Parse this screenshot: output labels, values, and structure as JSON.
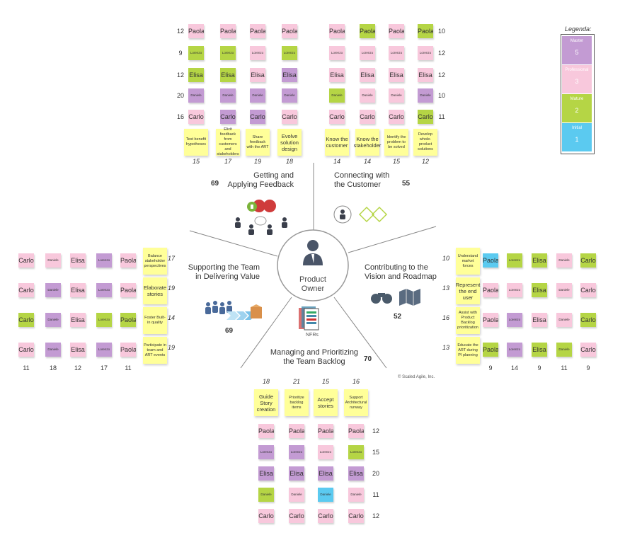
{
  "colors": {
    "5": "#c39bd3",
    "3": "#f8c8dc",
    "2": "#b5d545",
    "1": "#5bcaf0",
    "sticky": "#ffff99"
  },
  "center": {
    "line1": "Product",
    "line2": "Owner"
  },
  "legend": {
    "title": "Legenda:",
    "levels": [
      {
        "name": "Master",
        "value": "5",
        "color": "#c39bd3"
      },
      {
        "name": "Professional",
        "value": "3",
        "color": "#f8c8dc"
      },
      {
        "name": "Mature",
        "value": "2",
        "color": "#b5d545"
      },
      {
        "name": "Initial",
        "value": "1",
        "color": "#5bcaf0"
      }
    ]
  },
  "copyright": "© Scaled Agile, Inc.",
  "areas": {
    "feedback": {
      "title1": "Getting and",
      "title2": "Applying Feedback",
      "score": "69"
    },
    "customer": {
      "title1": "Connecting with",
      "title2": "the Customer",
      "score": "55"
    },
    "vision": {
      "title1": "Contributing to the",
      "title2": "Vision and Roadmap",
      "score": "52"
    },
    "backlog": {
      "title1": "Managing and Prioritizing",
      "title2": "the Team Backlog",
      "score": "70",
      "icon_text": "NFRs"
    },
    "value": {
      "title1": "Supporting the Team",
      "title2": "in Delivering Value",
      "score": "69"
    }
  },
  "people": [
    "Paola",
    "Lorenzo",
    "Elisa",
    "Daniele",
    "Carlo"
  ],
  "sections": [
    {
      "id": "top-left",
      "rows": [
        {
          "name": "Paola",
          "total": "12",
          "levels": [
            3,
            3,
            3,
            3
          ]
        },
        {
          "name": "Lorenzo",
          "total": "9",
          "levels": [
            2,
            2,
            3,
            2
          ]
        },
        {
          "name": "Elisa",
          "total": "12",
          "levels": [
            2,
            2,
            3,
            5
          ]
        },
        {
          "name": "Daniele",
          "total": "20",
          "levels": [
            5,
            5,
            5,
            5
          ]
        },
        {
          "name": "Carlo",
          "total": "16",
          "levels": [
            3,
            5,
            5,
            3
          ]
        }
      ],
      "stickies": [
        {
          "text": "Test benefit hypotheses",
          "total": "15"
        },
        {
          "text": "Elicit feedback from customers and stakeholders",
          "total": "17"
        },
        {
          "text": "Share feedback with the ART",
          "total": "19"
        },
        {
          "text": "Evolve solution design",
          "total": "18"
        }
      ]
    },
    {
      "id": "top-right",
      "rows": [
        {
          "name": "Paola",
          "total": "10",
          "levels": [
            3,
            2,
            3,
            2
          ]
        },
        {
          "name": "Lorenzo",
          "total": "12",
          "levels": [
            3,
            3,
            3,
            3
          ]
        },
        {
          "name": "Elisa",
          "total": "12",
          "levels": [
            3,
            3,
            3,
            3
          ]
        },
        {
          "name": "Daniele",
          "total": "10",
          "levels": [
            2,
            3,
            3,
            5
          ]
        },
        {
          "name": "Carlo",
          "total": "11",
          "levels": [
            3,
            3,
            3,
            2
          ]
        }
      ],
      "stickies": [
        {
          "text": "Know the customer",
          "total": "14"
        },
        {
          "text": "Know the stakeholder",
          "total": "14"
        },
        {
          "text": "Identify the problem to be solved",
          "total": "15"
        },
        {
          "text": "Develop whole-product solutions",
          "total": "12"
        }
      ]
    },
    {
      "id": "left",
      "cols": [
        {
          "name": "Carlo",
          "total": "11",
          "levels": [
            3,
            3,
            2,
            3
          ]
        },
        {
          "name": "Daniele",
          "total": "18",
          "levels": [
            3,
            5,
            5,
            5
          ]
        },
        {
          "name": "Elisa",
          "total": "12",
          "levels": [
            3,
            3,
            3,
            3
          ]
        },
        {
          "name": "Lorenzo",
          "total": "17",
          "levels": [
            5,
            5,
            2,
            5
          ]
        },
        {
          "name": "Paola",
          "total": "11",
          "levels": [
            3,
            3,
            2,
            3
          ]
        }
      ],
      "stickies": [
        {
          "text": "Balance stakeholder perspectives",
          "total": "17"
        },
        {
          "text": "Elaborate stories",
          "total": "19"
        },
        {
          "text": "Foster Built-in quality",
          "total": "14"
        },
        {
          "text": "Participate in team and ART events",
          "total": "19"
        }
      ]
    },
    {
      "id": "right",
      "cols": [
        {
          "name": "Paola",
          "total": "9",
          "levels": [
            1,
            3,
            3,
            2
          ]
        },
        {
          "name": "Lorenzo",
          "total": "14",
          "levels": [
            2,
            3,
            5,
            5
          ]
        },
        {
          "name": "Elisa",
          "total": "9",
          "levels": [
            2,
            2,
            3,
            2
          ]
        },
        {
          "name": "Daniele",
          "total": "11",
          "levels": [
            3,
            3,
            3,
            2
          ]
        },
        {
          "name": "Carlo",
          "total": "9",
          "levels": [
            2,
            3,
            2,
            3
          ]
        }
      ],
      "stickies": [
        {
          "text": "Understand market forces",
          "total": "10"
        },
        {
          "text": "Represent the end user",
          "total": "13"
        },
        {
          "text": "Assist with Product Backlog prioritization",
          "total": "16"
        },
        {
          "text": "Educate the ART during PI planning",
          "total": "13"
        }
      ]
    },
    {
      "id": "bottom",
      "rows": [
        {
          "name": "Paola",
          "total": "12",
          "levels": [
            3,
            3,
            3,
            3
          ]
        },
        {
          "name": "Lorenzo",
          "total": "15",
          "levels": [
            5,
            5,
            3,
            2
          ]
        },
        {
          "name": "Elisa",
          "total": "20",
          "levels": [
            5,
            5,
            5,
            5
          ]
        },
        {
          "name": "Daniele",
          "total": "11",
          "levels": [
            2,
            3,
            1,
            3
          ]
        },
        {
          "name": "Carlo",
          "total": "12",
          "levels": [
            3,
            3,
            3,
            3
          ]
        }
      ],
      "stickies": [
        {
          "text": "Guide Story creation",
          "total": "18"
        },
        {
          "text": "Prioritize backlog items",
          "total": "21"
        },
        {
          "text": "Accept stories",
          "total": "15"
        },
        {
          "text": "Support Architectural runway",
          "total": "16"
        }
      ]
    }
  ]
}
